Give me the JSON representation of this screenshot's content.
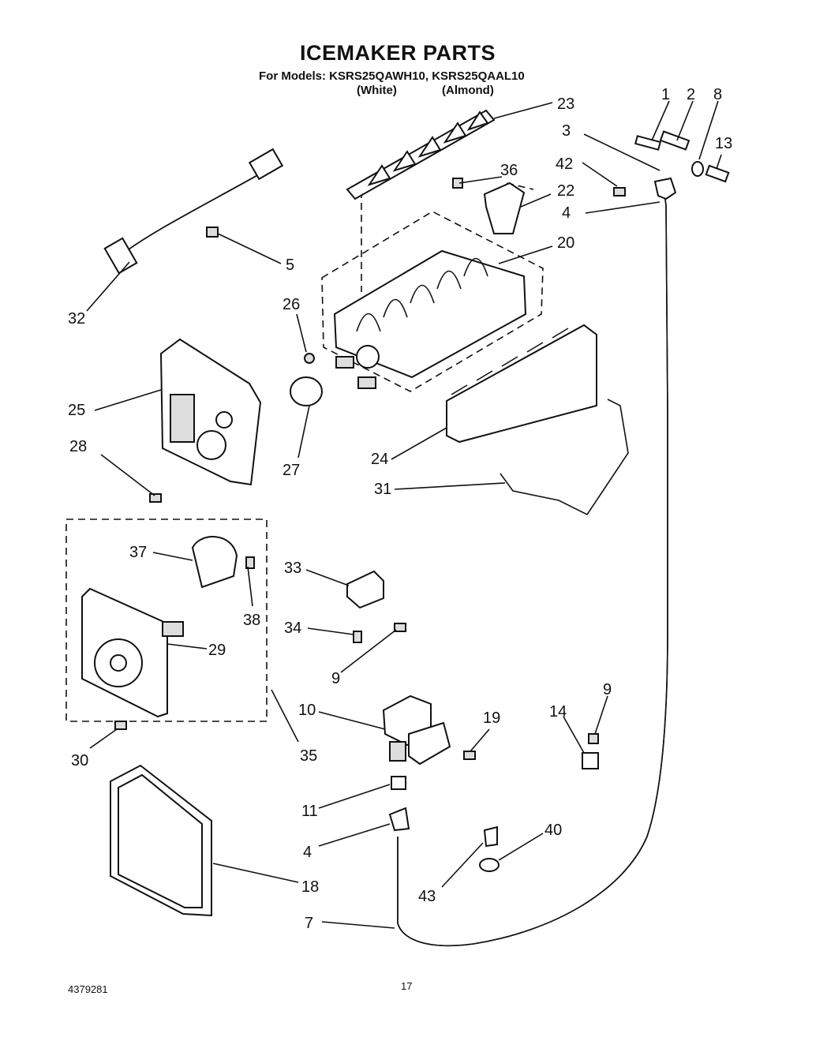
{
  "header": {
    "title": "ICEMAKER PARTS",
    "models_line": "For Models: KSRS25QAWH10, KSRS25QAAL10",
    "variant_white": "(White)",
    "variant_almond": "(Almond)"
  },
  "footer": {
    "doc_number": "4379281",
    "page_number": "17"
  },
  "callouts": [
    "1",
    "2",
    "8",
    "3",
    "13",
    "42",
    "23",
    "36",
    "22",
    "4",
    "20",
    "5",
    "32",
    "26",
    "25",
    "27",
    "24",
    "28",
    "31",
    "37",
    "33",
    "38",
    "34",
    "29",
    "9",
    "10",
    "19",
    "14",
    "9",
    "30",
    "35",
    "11",
    "4",
    "40",
    "43",
    "18",
    "7"
  ]
}
